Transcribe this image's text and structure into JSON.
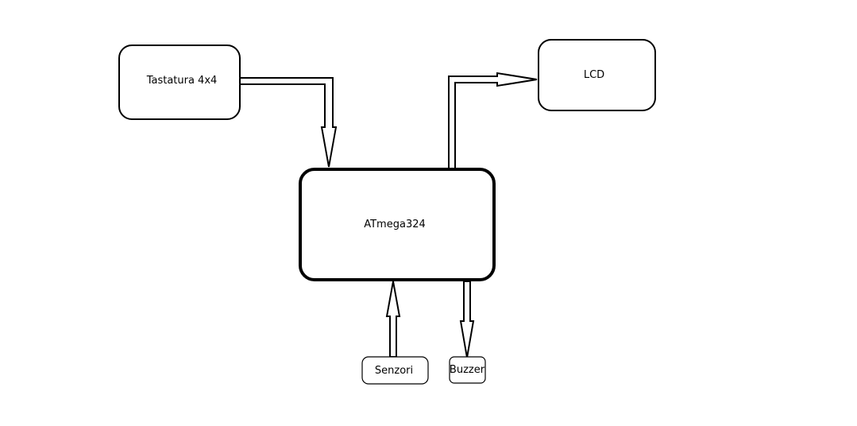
{
  "nodes": {
    "keypad": {
      "label": "Tastatura 4x4"
    },
    "lcd": {
      "label": "LCD"
    },
    "mcu": {
      "label": "ATmega324"
    },
    "sensors": {
      "label": "Senzori"
    },
    "buzzer": {
      "label": "Buzzer"
    }
  },
  "edges": [
    {
      "from": "keypad",
      "to": "mcu"
    },
    {
      "from": "mcu",
      "to": "lcd"
    },
    {
      "from": "sensors",
      "to": "mcu"
    },
    {
      "from": "mcu",
      "to": "buzzer"
    }
  ]
}
